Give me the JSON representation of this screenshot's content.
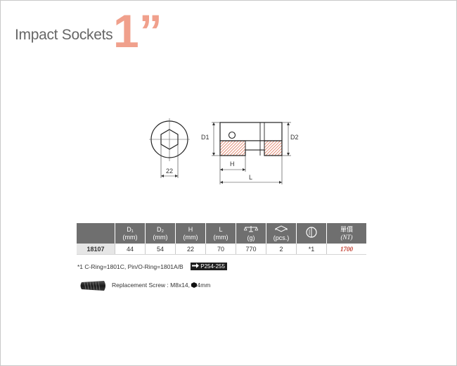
{
  "header": {
    "title": "Impact Sockets",
    "size": "1”"
  },
  "diagram": {
    "labels": {
      "d1": "D1",
      "d2": "D2",
      "h": "H",
      "l": "L",
      "drive": "22"
    }
  },
  "table": {
    "headers": [
      {
        "line1": "D₁",
        "line2": "(mm)"
      },
      {
        "line1": "D₂",
        "line2": "(mm)"
      },
      {
        "line1": "H",
        "line2": "(mm)"
      },
      {
        "line1": "L",
        "line2": "(mm)"
      },
      {
        "line1": "",
        "line2": "(g)"
      },
      {
        "line1": "",
        "line2": "(pcs.)"
      },
      {
        "line1": "",
        "line2": ""
      },
      {
        "line1": "單價",
        "line2": "(NT)"
      }
    ],
    "row": {
      "code": "18107",
      "d1": "44",
      "d2": "54",
      "h": "22",
      "l": "70",
      "weight": "770",
      "pcs": "2",
      "ring": "*1",
      "price": "1700"
    }
  },
  "notes": {
    "ring_note": "*1 C-Ring=1801C, Pin/O-Ring=1801A/B",
    "page_ref": "P254-255"
  },
  "screw": {
    "label": "Replacement Screw : M8x14,",
    "hex_size": "4mm"
  },
  "colors": {
    "accent": "#f0a08c",
    "header_bg": "#6f6f6f",
    "price": "#c0392b",
    "hatch": "#d9603f"
  },
  "icons": [
    "arrow-right-icon",
    "scale-icon",
    "box-icon",
    "ring-icon",
    "hex-icon",
    "screw-image"
  ]
}
